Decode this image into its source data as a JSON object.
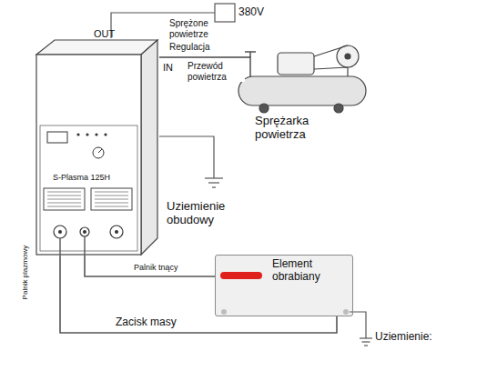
{
  "diagram": {
    "nodes": [
      {
        "text": [
          "S-Plasma 125H"
        ]
      },
      {
        "text": [
          "Sprężarka powietrza"
        ]
      },
      {
        "text": [
          "Element obrabiany"
        ]
      }
    ],
    "edges": [
      {
        "from": 1,
        "to": 0,
        "arrow": "none",
        "label": "Przewód powietrza"
      },
      {
        "from": 0,
        "to": 2,
        "arrow": "none",
        "label": "Palnik tnący"
      },
      {
        "from": 0,
        "to": 2,
        "arrow": "none",
        "label": "Zacisk masy"
      }
    ],
    "labels": [
      "380V",
      "OUT",
      "Sprężone powietrze",
      "Regulacja",
      "IN",
      "Uziemienie obudowy",
      "Palnik plazmowy",
      "Uziemienie:"
    ]
  }
}
